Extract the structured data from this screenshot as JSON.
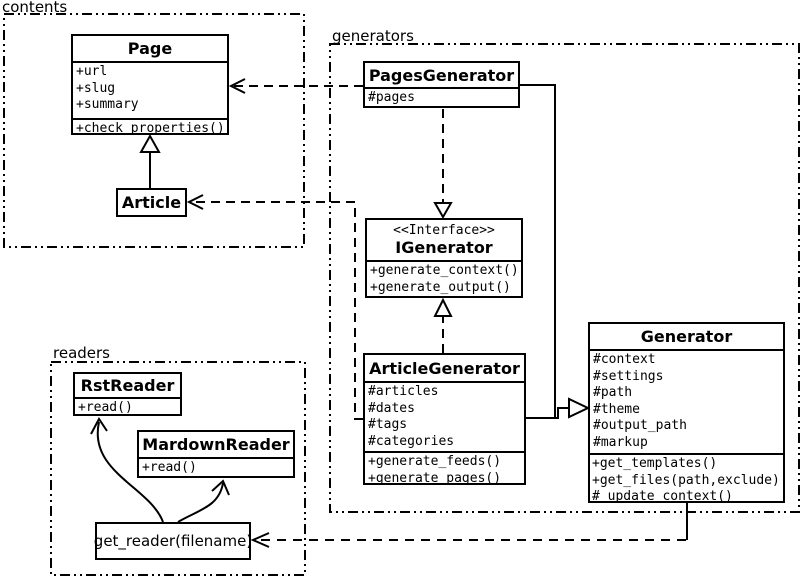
{
  "packages": {
    "contents": {
      "label": "contents"
    },
    "generators": {
      "label": "generators"
    },
    "readers": {
      "label": "readers"
    }
  },
  "classes": {
    "page": {
      "title": "Page",
      "attributes": [
        "+url",
        "+slug",
        "+summary"
      ],
      "methods": [
        "+check_properties()"
      ]
    },
    "article": {
      "title": "Article"
    },
    "pages_generator": {
      "title": "PagesGenerator",
      "attributes": [
        "#pages"
      ]
    },
    "igenerator": {
      "stereotype": "<<Interface>>",
      "title": "IGenerator",
      "methods": [
        "+generate_context()",
        "+generate_output()"
      ]
    },
    "article_generator": {
      "title": "ArticleGenerator",
      "attributes": [
        "#articles",
        "#dates",
        "#tags",
        "#categories"
      ],
      "methods": [
        "+generate_feeds()",
        "+generate_pages()"
      ]
    },
    "generator": {
      "title": "Generator",
      "attributes": [
        "#context",
        "#settings",
        "#path",
        "#theme",
        "#output_path",
        "#markup"
      ],
      "methods": [
        "+get_templates()",
        "+get_files(path,exclude)",
        "#_update_context()"
      ]
    },
    "rst_reader": {
      "title": "RstReader",
      "methods": [
        "+read()"
      ]
    },
    "mardown_reader": {
      "title": "MardownReader",
      "methods": [
        "+read()"
      ]
    }
  },
  "nodes": {
    "get_reader": {
      "label": "get_reader(filename)"
    }
  },
  "relationships": [
    {
      "type": "inheritance",
      "from": "Article",
      "to": "Page"
    },
    {
      "type": "dependency",
      "from": "PagesGenerator",
      "to": "Page"
    },
    {
      "type": "dependency",
      "from": "ArticleGenerator",
      "to": "Article"
    },
    {
      "type": "realization",
      "from": "PagesGenerator",
      "to": "IGenerator"
    },
    {
      "type": "realization",
      "from": "ArticleGenerator",
      "to": "IGenerator"
    },
    {
      "type": "inheritance",
      "from": "PagesGenerator",
      "to": "Generator"
    },
    {
      "type": "inheritance",
      "from": "ArticleGenerator",
      "to": "Generator"
    },
    {
      "type": "dependency",
      "from": "Generator",
      "to": "get_reader(filename)"
    },
    {
      "type": "arrow",
      "from": "get_reader(filename)",
      "to": "RstReader"
    },
    {
      "type": "arrow",
      "from": "get_reader(filename)",
      "to": "MardownReader"
    }
  ],
  "colors": {
    "line": "#000000",
    "background": "#ffffff"
  }
}
